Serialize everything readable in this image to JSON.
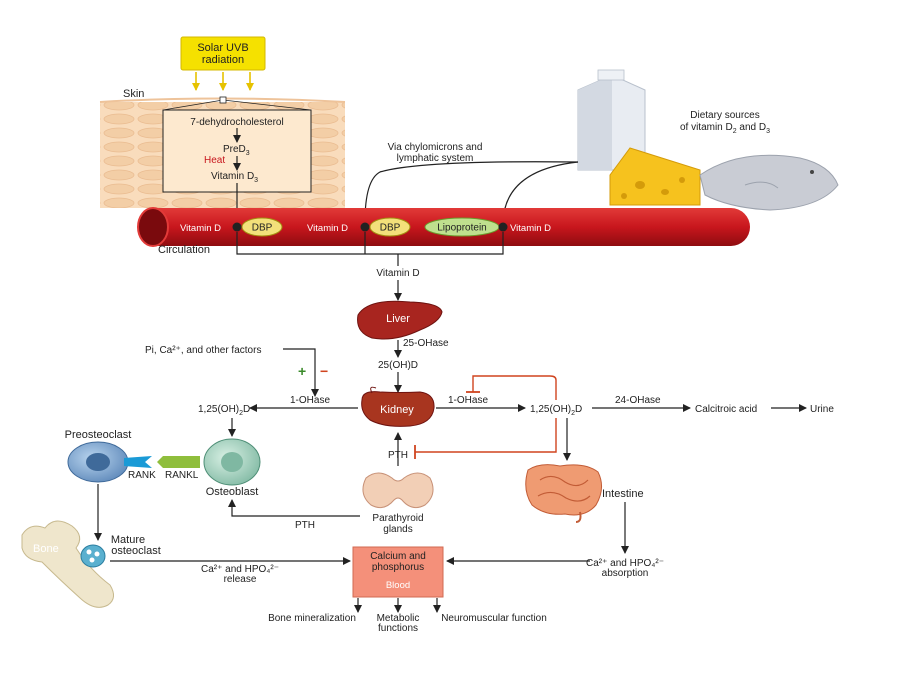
{
  "sun": {
    "line1": "Solar UVB",
    "line2": "radiation"
  },
  "skin": {
    "label": "Skin",
    "box_line1": "7-dehydrocholesterol",
    "box_line2": "PreD",
    "box_line2_sub": "3",
    "box_heat": "Heat",
    "box_line3": "Vitamin D",
    "box_line3_sub": "3"
  },
  "dietary": {
    "line1": "Dietary sources",
    "line2": "of vitamin D",
    "line2_sub1": "2",
    "line2_mid": " and D",
    "line2_sub2": "3"
  },
  "chylo": {
    "line1": "Via chylomicrons and",
    "line2": "lymphatic system"
  },
  "circulation": {
    "label": "Circulation",
    "vitd1": "Vitamin D",
    "dbp1": "DBP",
    "vitd2": "Vitamin D",
    "dbp2": "DBP",
    "lipo": "Lipoprotein",
    "vitd3": "Vitamin D"
  },
  "vitd_below": "Vitamin D",
  "liver": {
    "label": "Liver",
    "enzyme": "25-OHase",
    "product": "25(OH)D"
  },
  "kidney": {
    "label": "Kidney",
    "left_enzyme": "1-OHase",
    "right_enzyme": "1-OHase",
    "left_product": "1,25(OH)",
    "left_product_sub": "2",
    "left_product_end": "D",
    "right_product": "1,25(OH)",
    "right_product_sub": "2",
    "right_product_end": "D"
  },
  "factors": {
    "text": "Pi, Ca²⁺, and other factors",
    "plus": "+",
    "minus": "−"
  },
  "catabolism": {
    "enzyme": "24-OHase",
    "product": "Calcitroic acid",
    "end": "Urine"
  },
  "pth": {
    "label": "PTH",
    "osteoblast_label": "PTH"
  },
  "parathyroid": {
    "line1": "Parathyroid",
    "line2": "glands"
  },
  "cells": {
    "preosteoclast": "Preosteoclast",
    "rank": "RANK",
    "rankl": "RANKL",
    "osteoblast": "Osteoblast",
    "bone": "Bone",
    "mature1": "Mature",
    "mature2": "osteoclast"
  },
  "intestine": {
    "label": "Intestine",
    "abs1": "Ca²⁺ and HPO₄²⁻",
    "abs2": "absorption"
  },
  "release": {
    "line1": "Ca²⁺ and HPO₄²⁻",
    "line2": "release"
  },
  "blood": {
    "line1": "Calcium and",
    "line2": "phosphorus",
    "line3": "Blood"
  },
  "outcomes": {
    "bone": "Bone mineralization",
    "metabolic1": "Metabolic",
    "metabolic2": "functions",
    "neuro": "Neuromuscular function"
  },
  "colors": {
    "sun_box": "#f5e100",
    "vessel": "#c8161d",
    "skin_box": "#fde9cf",
    "organ_red": "#a8251f",
    "inhibit": "#d0441f",
    "blood_box": "#f4907a",
    "stimulate": "#3a8a2a"
  }
}
